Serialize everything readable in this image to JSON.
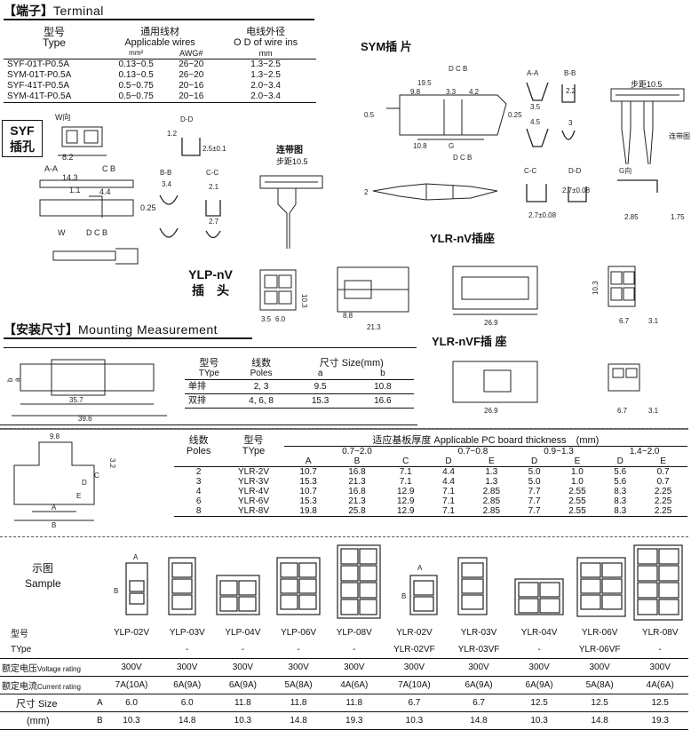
{
  "terminal": {
    "title_cn": "【端子】",
    "title_en": "Terminal",
    "headers": {
      "model_cn": "型号",
      "model_en": "Type",
      "wires_cn": "通用线材",
      "wires_en": "Applicable wires",
      "od_cn": "电线外径",
      "od_en": "O D of wire ins",
      "unit_mm2": "mm²",
      "unit_awg": "AWG#",
      "unit_mm": "mm"
    },
    "rows": [
      {
        "type": "SYF-01T-P0.5A",
        "mm2": "0.13~0.5",
        "awg": "26~20",
        "od": "1.3~2.5"
      },
      {
        "type": "SYM-01T-P0.5A",
        "mm2": "0.13~0.5",
        "awg": "26~20",
        "od": "1.3~2.5"
      },
      {
        "type": "SYF-41T-P0.5A",
        "mm2": "0.5~0.75",
        "awg": "20~16",
        "od": "2.0~3.4"
      },
      {
        "type": "SYM-41T-P0.5A",
        "mm2": "0.5~0.75",
        "awg": "20~16",
        "od": "2.0~3.4"
      }
    ]
  },
  "labels": {
    "syf": "SYF\n插孔",
    "syf_1": "SYF",
    "syf_2": "插孔",
    "sym": "SYM插 片",
    "ylp_1": "YLP-nV",
    "ylp_2": "插　头",
    "ylr_nv": "YLR-nV插座",
    "ylr_nvf": "YLR-nVF插 座",
    "lian_dai": "连带图",
    "bu_ju": "步距10.5",
    "lian_dai_2": "连带图",
    "bu_ju_2": "步距10.5"
  },
  "mounting": {
    "title_cn": "【安装尺寸】",
    "title_en": "Mounting  Measurement",
    "headers": {
      "type_cn": "型号",
      "type_en": "TYpe",
      "poles_cn": "线数",
      "poles_en": "Poles",
      "size": "尺寸 Size(mm)",
      "a": "a",
      "b": "b"
    },
    "rows": [
      {
        "type": "单排",
        "poles": "2, 3",
        "a": "9.5",
        "b": "10.8"
      },
      {
        "type": "双排",
        "poles": "4, 6, 8",
        "a": "15.3",
        "b": "16.6"
      }
    ],
    "dims": {
      "d1": "35.7",
      "d2": "39.6",
      "a": "a",
      "b": "b"
    }
  },
  "pcb": {
    "poles_cn": "线数",
    "poles_en": "Poles",
    "type_cn": "型号",
    "type_en": "TYpe",
    "thick": "适应基板厚度 Applicable PC board thickness　(mm)",
    "groups": [
      "0.7~2.0",
      "0.7~0.8",
      "0.9~1.3",
      "1.4~2.0"
    ],
    "cols": [
      "A",
      "B",
      "C",
      "D",
      "E",
      "D",
      "E",
      "D",
      "E"
    ],
    "rows": [
      {
        "poles": "2",
        "type": "YLR-2V",
        "v": [
          "10.7",
          "16.8",
          "7.1",
          "4.4",
          "1.3",
          "5.0",
          "1.0",
          "5.6",
          "0.7"
        ]
      },
      {
        "poles": "3",
        "type": "YLR-3V",
        "v": [
          "15.3",
          "21.3",
          "7.1",
          "4.4",
          "1.3",
          "5.0",
          "1.0",
          "5.6",
          "0.7"
        ]
      },
      {
        "poles": "4",
        "type": "YLR-4V",
        "v": [
          "10.7",
          "16.8",
          "12.9",
          "7.1",
          "2.85",
          "7.7",
          "2.55",
          "8.3",
          "2.25"
        ]
      },
      {
        "poles": "6",
        "type": "YLR-6V",
        "v": [
          "15.3",
          "21.3",
          "12.9",
          "7.1",
          "2.85",
          "7.7",
          "2.55",
          "8.3",
          "2.25"
        ]
      },
      {
        "poles": "8",
        "type": "YLR-8V",
        "v": [
          "19.8",
          "25.8",
          "12.9",
          "7.1",
          "2.85",
          "7.7",
          "2.55",
          "8.3",
          "2.25"
        ]
      }
    ],
    "dims": {
      "w": "9.8",
      "h": "3.2"
    }
  },
  "sample": {
    "label_cn": "示图",
    "label_en": "Sample",
    "type_cn": "型号",
    "type_en": "TYpe",
    "voltage_cn": "额定电压",
    "voltage_en": "Voltage rating",
    "current_cn": "额定电流",
    "current_en": "Current rating",
    "size_cn": "尺寸 Size",
    "size_mm": "(mm)",
    "a": "A",
    "b": "B",
    "cols": [
      {
        "type": "YLP-02V",
        "type2": "",
        "v": "300V",
        "i": "7A(10A)",
        "a": "6.0",
        "b": "10.3"
      },
      {
        "type": "YLP-03V",
        "type2": "-",
        "v": "300V",
        "i": "6A(9A)",
        "a": "6.0",
        "b": "14.8"
      },
      {
        "type": "YLP-04V",
        "type2": "-",
        "v": "300V",
        "i": "6A(9A)",
        "a": "11.8",
        "b": "10.3"
      },
      {
        "type": "YLP-06V",
        "type2": "-",
        "v": "300V",
        "i": "5A(8A)",
        "a": "11.8",
        "b": "14.8"
      },
      {
        "type": "YLP-08V",
        "type2": "-",
        "v": "300V",
        "i": "4A(6A)",
        "a": "11.8",
        "b": "19.3"
      },
      {
        "type": "YLR-02V",
        "type2": "YLR-02VF",
        "v": "300V",
        "i": "7A(10A)",
        "a": "6.7",
        "b": "10.3"
      },
      {
        "type": "YLR-03V",
        "type2": "YLR-03VF",
        "v": "300V",
        "i": "6A(9A)",
        "a": "6.7",
        "b": "14.8"
      },
      {
        "type": "YLR-04V",
        "type2": "-",
        "v": "300V",
        "i": "6A(9A)",
        "a": "12.5",
        "b": "10.3"
      },
      {
        "type": "YLR-06V",
        "type2": "YLR-06VF",
        "v": "300V",
        "i": "5A(8A)",
        "a": "12.5",
        "b": "14.8"
      },
      {
        "type": "YLR-08V",
        "type2": "-",
        "v": "300V",
        "i": "4A(6A)",
        "a": "12.5",
        "b": "19.3"
      }
    ]
  }
}
